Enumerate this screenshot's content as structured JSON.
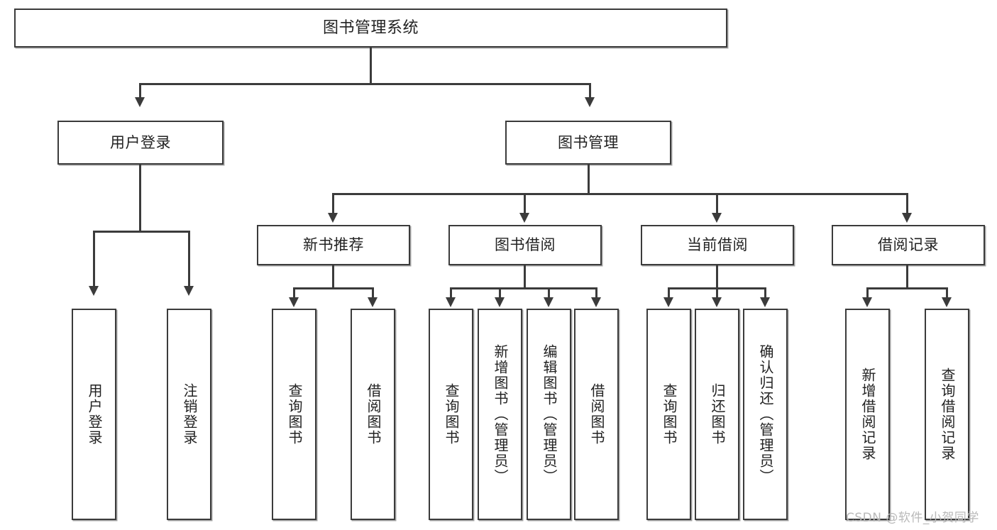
{
  "diagram": {
    "title": "图书管理系统",
    "type": "tree-hierarchy-chart",
    "watermark": "CSDN @软件_小贺同学",
    "colors": {
      "stroke": "#3b3b3b",
      "background": "#ffffff",
      "text": "#222222",
      "watermark": "#b9b9b9"
    }
  },
  "nodes": {
    "root": {
      "label": "图书管理系统"
    },
    "level2": [
      {
        "id": "user-login",
        "label": "用户登录"
      },
      {
        "id": "book-manage",
        "label": "图书管理"
      }
    ],
    "level3": [
      {
        "id": "new-book-recommend",
        "label": "新书推荐"
      },
      {
        "id": "book-borrow",
        "label": "图书借阅"
      },
      {
        "id": "current-borrow",
        "label": "当前借阅"
      },
      {
        "id": "borrow-record",
        "label": "借阅记录"
      }
    ],
    "leaves": {
      "user_login": [
        {
          "id": "leaf-user-login",
          "label": "用户登录"
        },
        {
          "id": "leaf-logout-login",
          "label": "注销登录"
        }
      ],
      "new_book_recommend": [
        {
          "id": "leaf-query-book-1",
          "label": "查询图书"
        },
        {
          "id": "leaf-borrow-book-1",
          "label": "借阅图书"
        }
      ],
      "book_borrow": [
        {
          "id": "leaf-query-book-2",
          "label": "查询图书"
        },
        {
          "id": "leaf-add-book",
          "label": "新增图书（管理员）"
        },
        {
          "id": "leaf-edit-book",
          "label": "编辑图书（管理员）"
        },
        {
          "id": "leaf-borrow-book-2",
          "label": "借阅图书"
        }
      ],
      "current_borrow": [
        {
          "id": "leaf-query-book-3",
          "label": "查询图书"
        },
        {
          "id": "leaf-return-book",
          "label": "归还图书"
        },
        {
          "id": "leaf-confirm-return",
          "label": "确认归还（管理员）"
        }
      ],
      "borrow_record": [
        {
          "id": "leaf-add-record",
          "label": "新增借阅记录"
        },
        {
          "id": "leaf-query-record",
          "label": "查询借阅记录"
        }
      ]
    }
  }
}
